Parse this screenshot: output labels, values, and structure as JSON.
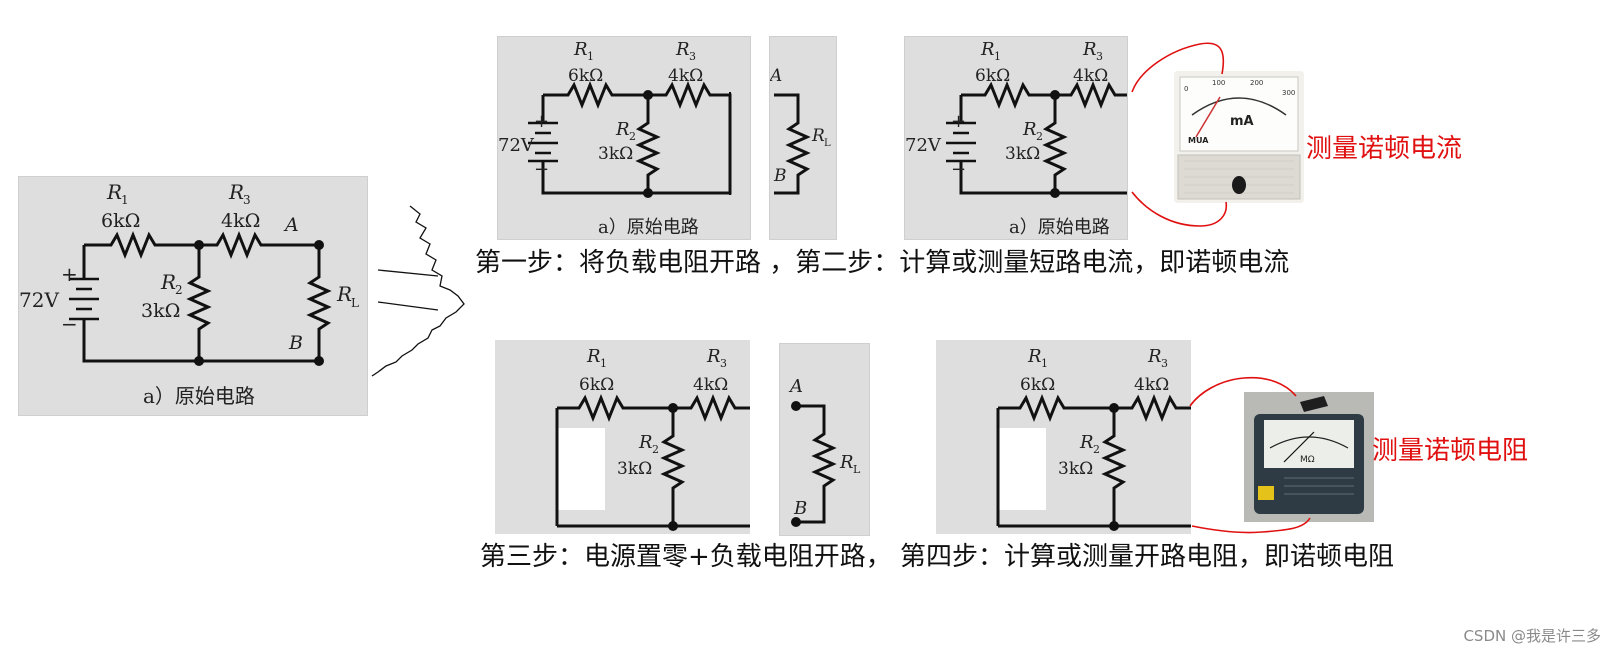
{
  "circuit": {
    "r1_name": "R",
    "r1_sub": "1",
    "r1_value": "6kΩ",
    "r2_name": "R",
    "r2_sub": "2",
    "r2_value": "3kΩ",
    "r3_name": "R",
    "r3_sub": "3",
    "r3_value": "4kΩ",
    "rl_name": "R",
    "rl_sub": "L",
    "source_value": "72V",
    "plus": "+",
    "minus": "−",
    "node_a": "A",
    "node_b": "B",
    "caption": "a）原始电路"
  },
  "steps": {
    "step12": "第一步：将负载电阻开路 ，第二步：计算或测量短路电流，即诺顿电流",
    "step34": "第三步：电源置零+负载电阻开路， 第四步：计算或测量开路电阻，即诺顿电阻"
  },
  "labels": {
    "measure_current": "测量诺顿电流",
    "measure_resistance": "测量诺顿电阻"
  },
  "ammeter": {
    "unit": "mA",
    "brand": "MUA",
    "scale": [
      "0",
      "100",
      "200",
      "300"
    ]
  },
  "ohmmeter": {
    "unit": "MΩ"
  },
  "watermark": "CSDN @我是许三多",
  "colors": {
    "wire": "#111111",
    "probe": "#e01010",
    "panel_bg": "#dedede"
  }
}
